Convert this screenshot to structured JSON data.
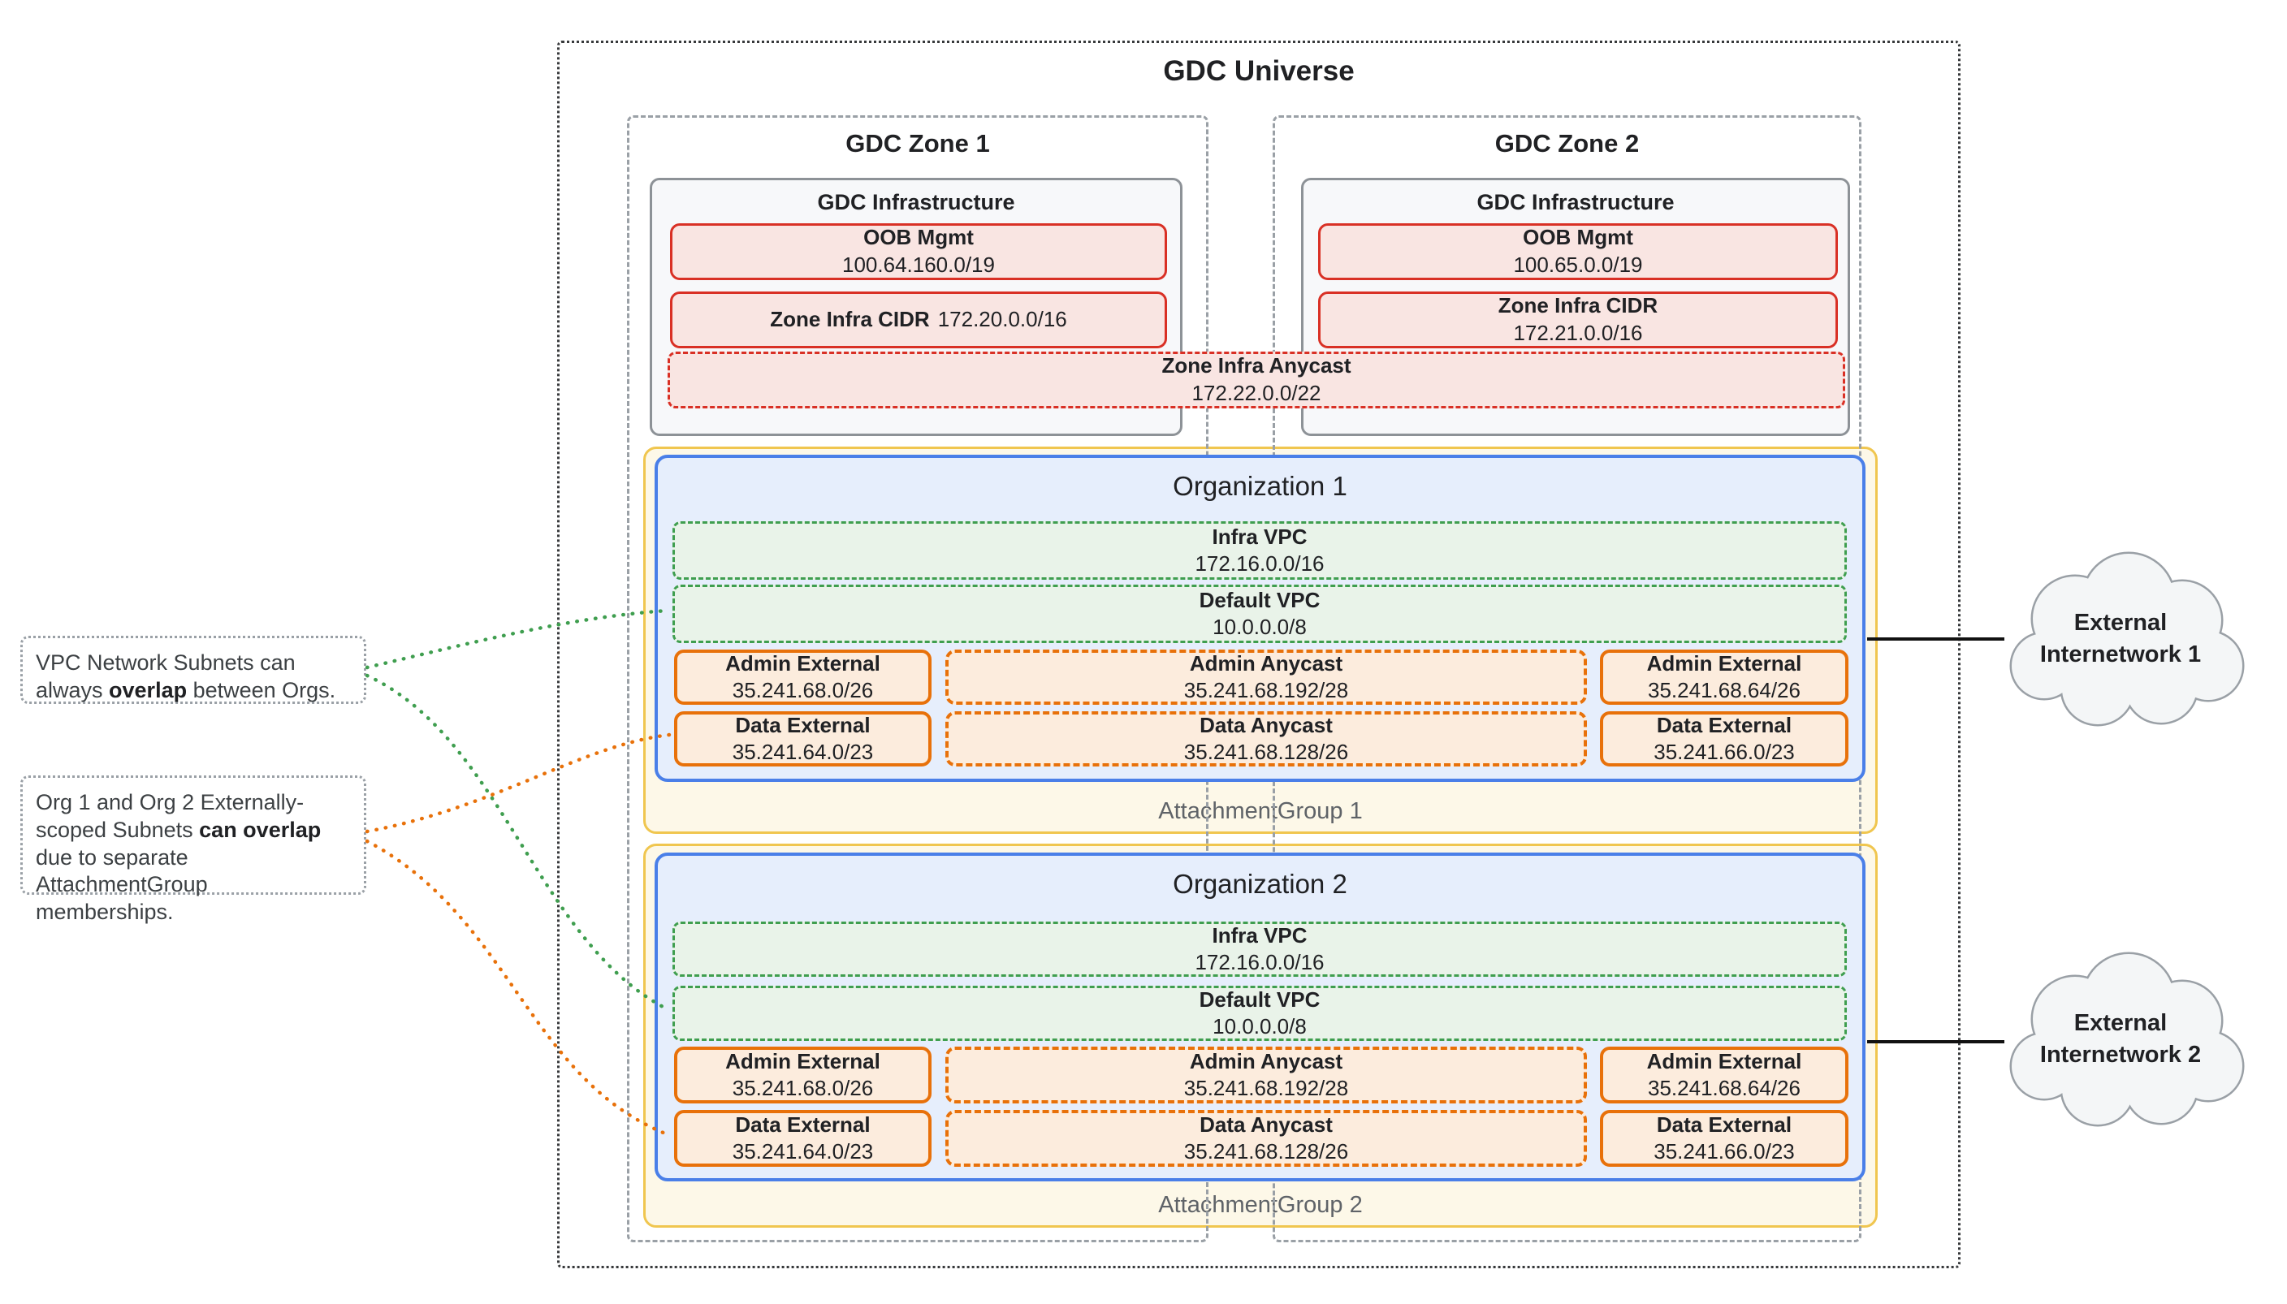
{
  "universe": {
    "title": "GDC Universe"
  },
  "zones": [
    {
      "title": "GDC Zone 1",
      "infra": {
        "title": "GDC Infrastructure",
        "oob": {
          "label": "OOB Mgmt",
          "cidr": "100.64.160.0/19"
        },
        "cidr": {
          "label": "Zone Infra CIDR",
          "value": "172.20.0.0/16"
        }
      }
    },
    {
      "title": "GDC Zone 2",
      "infra": {
        "title": "GDC Infrastructure",
        "oob": {
          "label": "OOB Mgmt",
          "cidr": "100.65.0.0/19"
        },
        "cidr": {
          "label": "Zone Infra CIDR",
          "value": "172.21.0.0/16"
        }
      }
    }
  ],
  "anycast": {
    "label": "Zone Infra Anycast",
    "cidr": "172.22.0.0/22"
  },
  "attachment_groups": [
    {
      "label": "AttachmentGroup 1",
      "org": {
        "title": "Organization 1",
        "vpcs": [
          {
            "label": "Infra VPC",
            "cidr": "172.16.0.0/16"
          },
          {
            "label": "Default VPC",
            "cidr": "10.0.0.0/8"
          }
        ],
        "subnets": [
          {
            "label": "Admin External",
            "cidr": "35.241.68.0/26"
          },
          {
            "label": "Admin Anycast",
            "cidr": "35.241.68.192/28"
          },
          {
            "label": "Admin External",
            "cidr": "35.241.68.64/26"
          },
          {
            "label": "Data External",
            "cidr": "35.241.64.0/23"
          },
          {
            "label": "Data Anycast",
            "cidr": "35.241.68.128/26"
          },
          {
            "label": "Data External",
            "cidr": "35.241.66.0/23"
          }
        ]
      }
    },
    {
      "label": "AttachmentGroup 2",
      "org": {
        "title": "Organization 2",
        "vpcs": [
          {
            "label": "Infra VPC",
            "cidr": "172.16.0.0/16"
          },
          {
            "label": "Default VPC",
            "cidr": "10.0.0.0/8"
          }
        ],
        "subnets": [
          {
            "label": "Admin External",
            "cidr": "35.241.68.0/26"
          },
          {
            "label": "Admin Anycast",
            "cidr": "35.241.68.192/28"
          },
          {
            "label": "Admin External",
            "cidr": "35.241.68.64/26"
          },
          {
            "label": "Data External",
            "cidr": "35.241.64.0/23"
          },
          {
            "label": "Data Anycast",
            "cidr": "35.241.68.128/26"
          },
          {
            "label": "Data External",
            "cidr": "35.241.66.0/23"
          }
        ]
      }
    }
  ],
  "annotations": [
    {
      "pre": "VPC Network Subnets can always ",
      "bold": "overlap",
      "post": " between Orgs."
    },
    {
      "pre": "Org 1 and Org 2 Externally-scoped Subnets ",
      "bold": "can overlap",
      "post": " due to separate AttachmentGroup memberships."
    }
  ],
  "clouds": [
    {
      "line1": "External",
      "line2": "Internetwork 1"
    },
    {
      "line1": "External",
      "line2": "Internetwork 2"
    }
  ],
  "colors": {
    "red_border": "#d93025",
    "red_bg": "#f9e5e2",
    "green_border": "#3f9e4f",
    "green_bg": "#e9f3e9",
    "orange_border": "#e8710a",
    "orange_bg": "#fcecdd",
    "blue_border": "#4a7fe8",
    "blue_bg": "#e6eefc",
    "yellow_border": "#f0c64f",
    "yellow_bg": "#fdf8e8",
    "gray_border": "#9aa0a6",
    "infra_bg": "#f7f8fa",
    "cloud_bg": "#f4f6f7"
  }
}
